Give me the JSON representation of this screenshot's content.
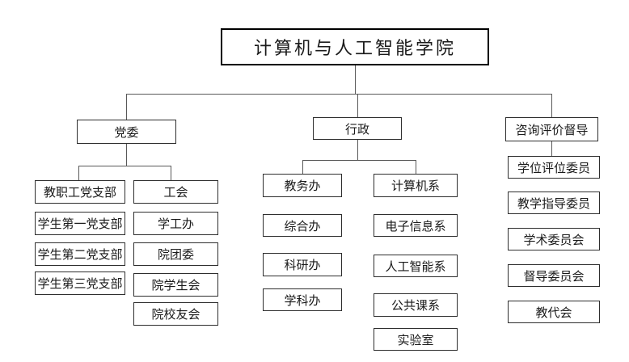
{
  "title": "计算机与人工智能学院",
  "branches": [
    {
      "label": "党委",
      "columns": [
        [
          "教职工党支部",
          "学生第一党支部",
          "学生第二党支部",
          "学生第三党支部"
        ],
        [
          "工会",
          "学工办",
          "院团委",
          "院学生会",
          "院校友会"
        ]
      ]
    },
    {
      "label": "行政",
      "columns": [
        [
          "教务办",
          "综合办",
          "科研办",
          "学科办"
        ],
        [
          "计算机系",
          "电子信息系",
          "人工智能系",
          "公共课系",
          "实验室"
        ]
      ]
    },
    {
      "label": "咨询评价督导",
      "columns": [
        [
          "学位评位委员",
          "教学指导委员",
          "学术委员会",
          "督导委员会",
          "教代会"
        ]
      ]
    }
  ],
  "colors": {
    "box_border": "#2e2e2e",
    "root_border": "#000000",
    "connector": "#595959",
    "text": "#1a1a1a",
    "background": "#ffffff"
  }
}
